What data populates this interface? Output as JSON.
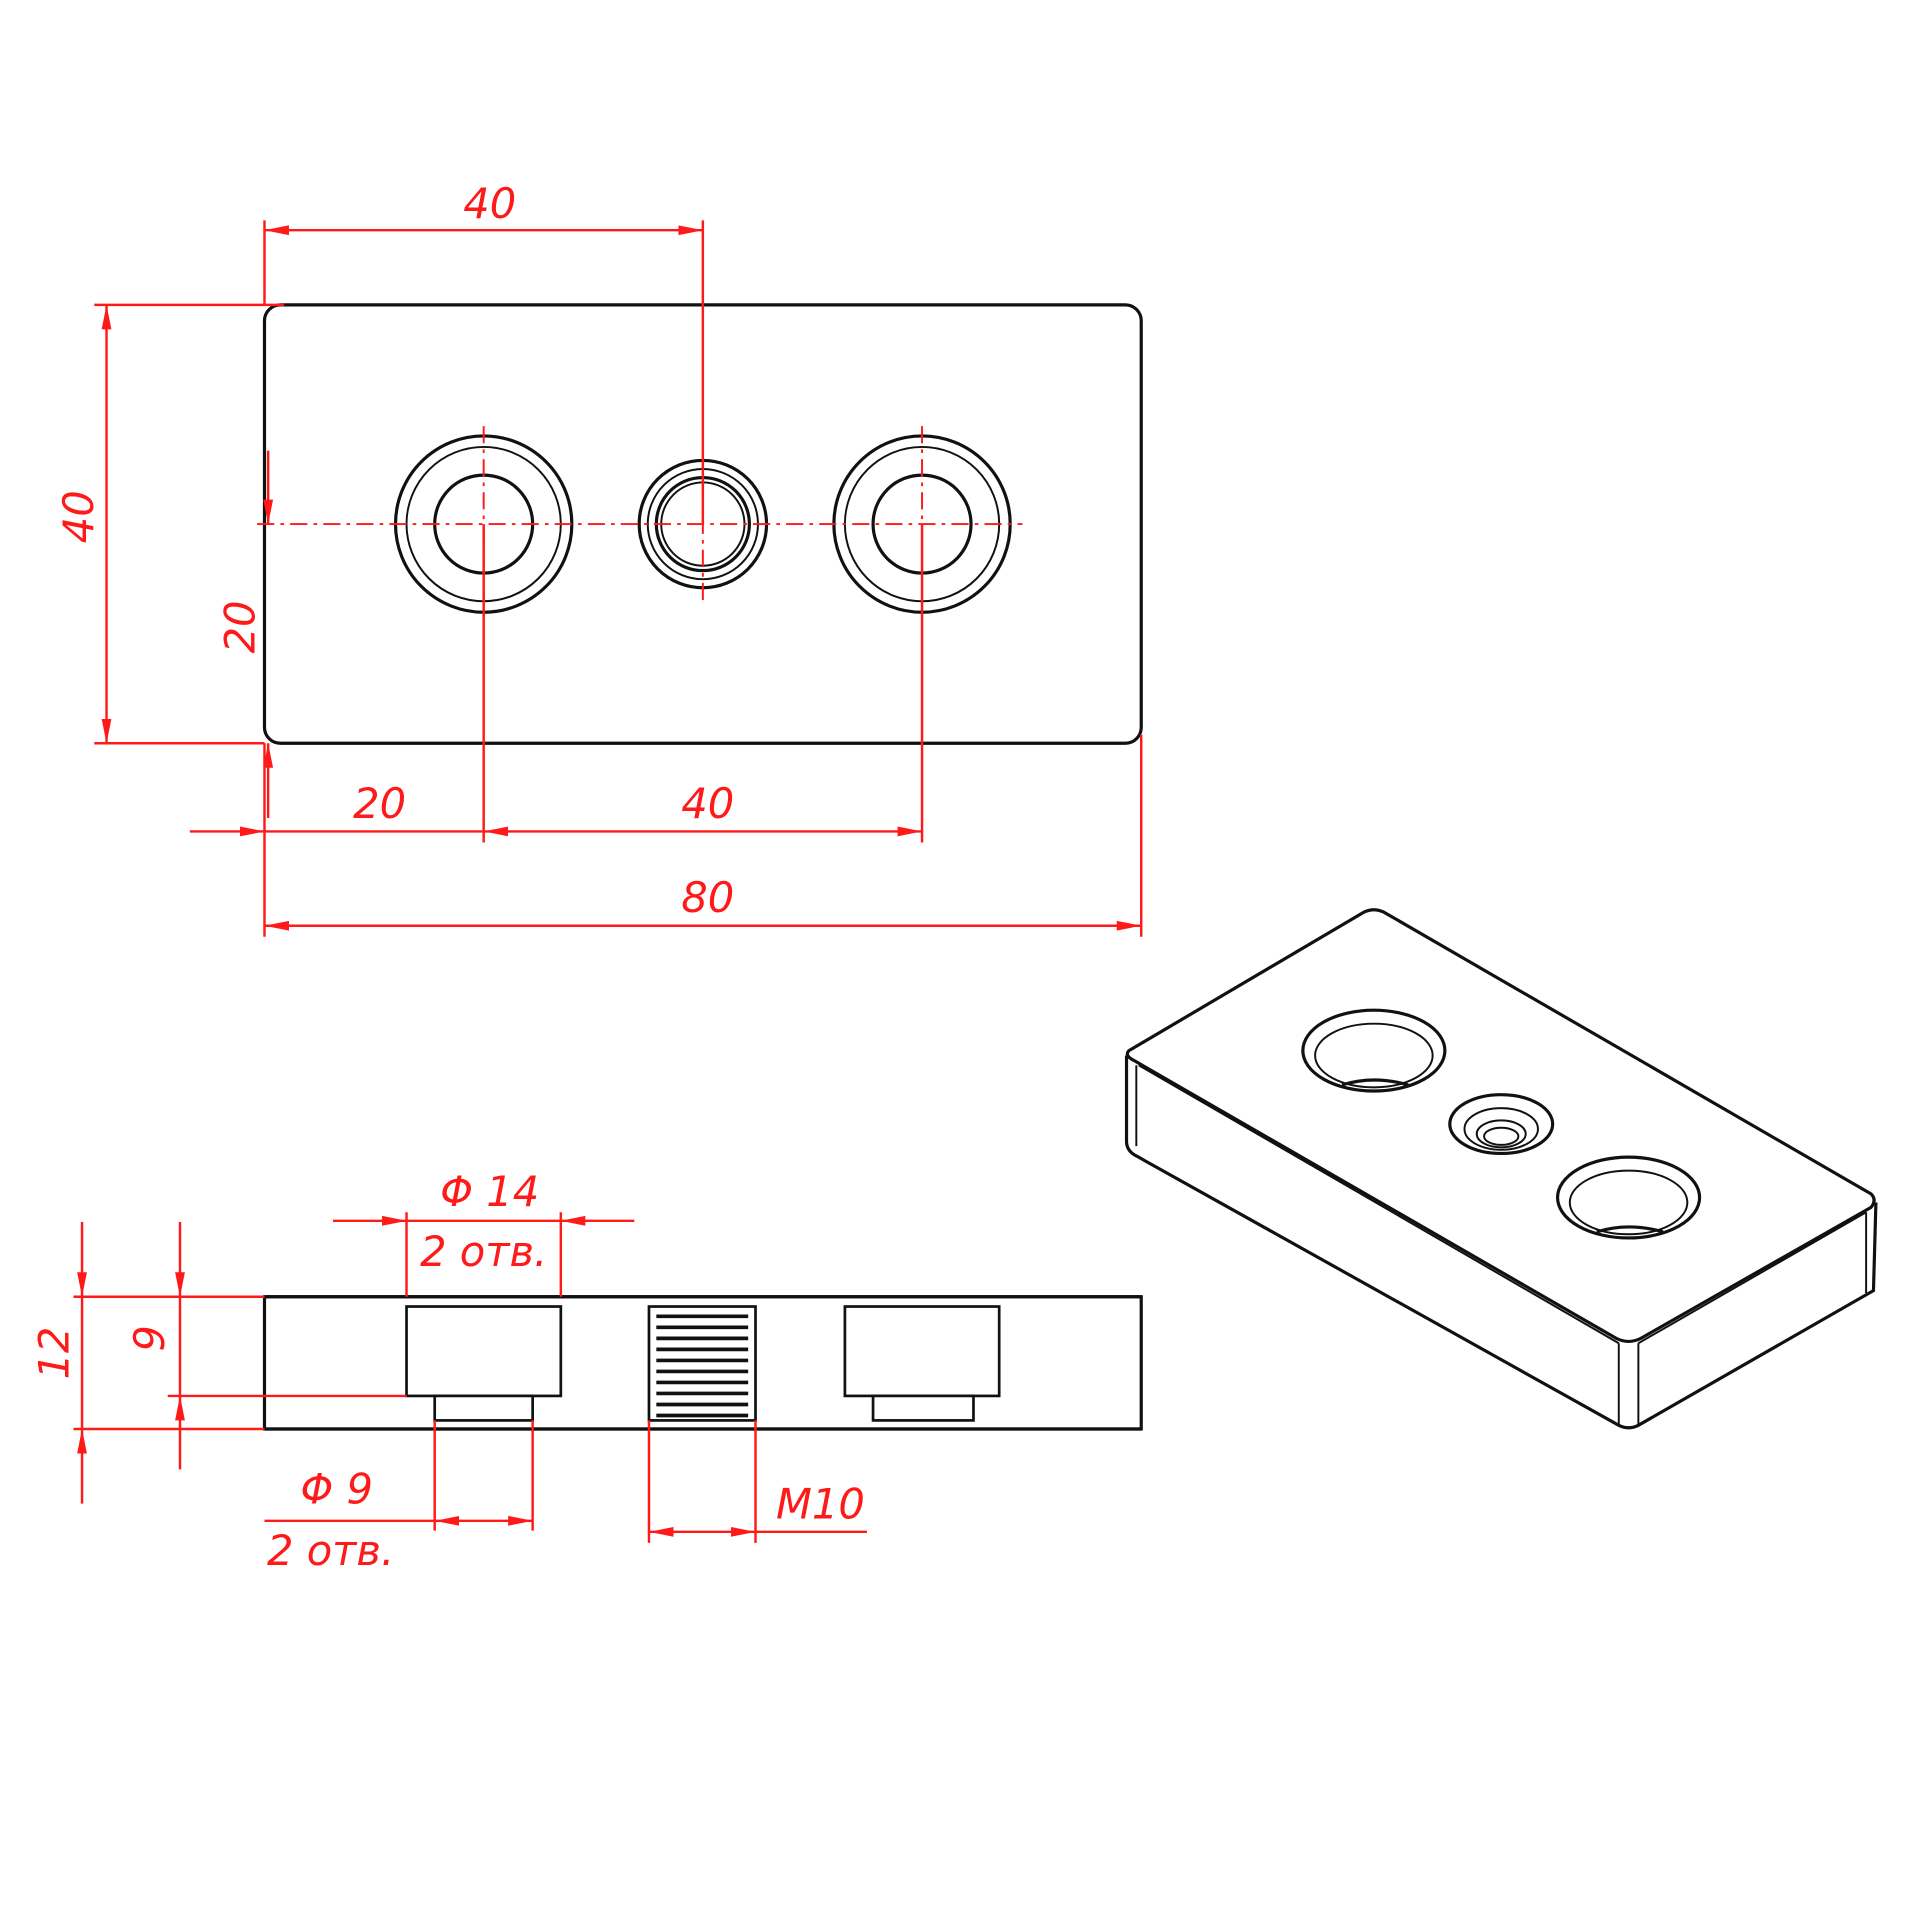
{
  "drawing": {
    "colors": {
      "dimension": "#ff1a1a",
      "outline": "#111111"
    },
    "top_view": {
      "dim_hole_to_center": "40",
      "dim_height": "40",
      "dim_center_from_edge_v": "20",
      "dim_first_hole_from_edge": "20",
      "dim_hole_spacing": "40",
      "dim_total_length": "80"
    },
    "section_view": {
      "counterbore_diameter": "Φ 14",
      "counterbore_count": "2 отв.",
      "total_thickness": "12",
      "counterbore_depth": "9",
      "through_hole_diameter": "Φ 9",
      "through_hole_count": "2 отв.",
      "thread": "M10"
    }
  }
}
